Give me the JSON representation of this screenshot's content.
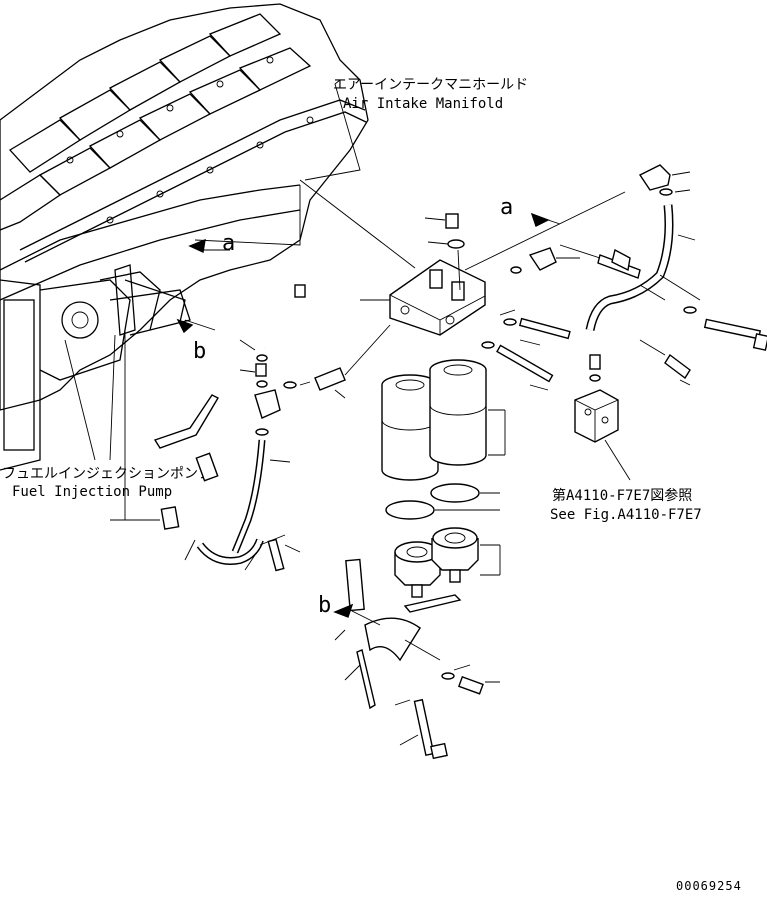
{
  "labels": {
    "air_intake_manifold_jp": "エアーインテークマニホールド",
    "air_intake_manifold_en": "Air Intake Manifold",
    "fuel_injection_pump_jp": "フュエルインジェクションポンプ",
    "fuel_injection_pump_en": "Fuel Injection Pump",
    "see_fig_jp": "第A4110-F7E7図参照",
    "see_fig_en": "See Fig.A4110-F7E7",
    "drawing_number": "00069254"
  },
  "flow_markers": {
    "a": "a",
    "b": "b"
  }
}
